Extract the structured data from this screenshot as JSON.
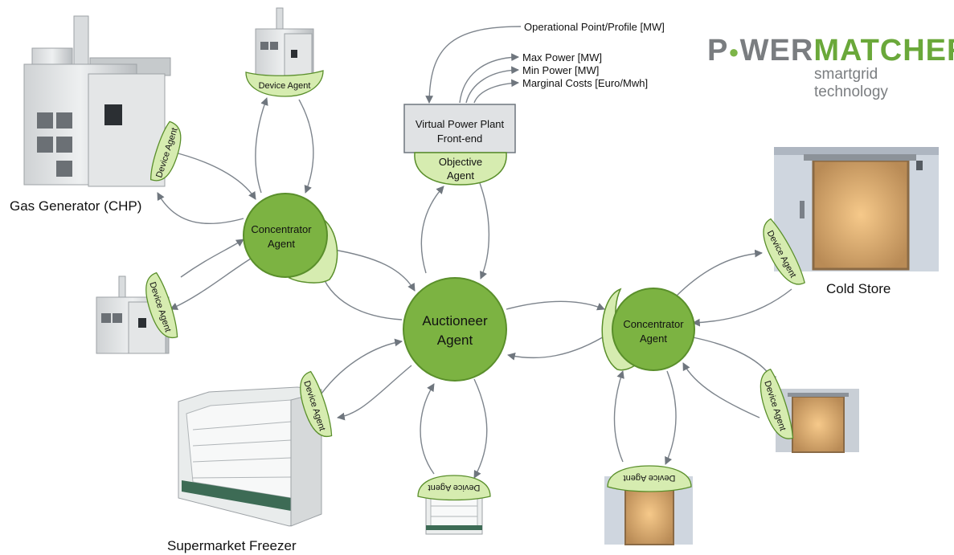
{
  "logo": {
    "brand_part1": "P",
    "brand_dot": "●",
    "brand_part2": "WER",
    "brand_part3": "MATCHER",
    "tagline": "smartgrid technology",
    "colors": {
      "grey": "#7a7d80",
      "green": "#6aa83a"
    }
  },
  "inputs": {
    "operational_point": "Operational Point/Profile [MW]",
    "max_power": "Max Power [MW]",
    "min_power": "Min Power [MW]",
    "marginal_costs": "Marginal Costs [Euro/Mwh]"
  },
  "vpp": {
    "line1": "Virtual Power Plant",
    "line2": "Front-end",
    "objective_line1": "Objective",
    "objective_line2": "Agent"
  },
  "auctioneer": {
    "line1": "Auctioneer",
    "line2": "Agent"
  },
  "concentrator_left": {
    "line1": "Concentrator",
    "line2": "Agent"
  },
  "concentrator_right": {
    "line1": "Concentrator",
    "line2": "Agent"
  },
  "device_agent_label": "Device Agent",
  "devices": {
    "gas_generator": "Gas Generator (CHP)",
    "supermarket_freezer": "Supermarket Freezer",
    "cold_store": "Cold Store"
  },
  "colors": {
    "agent_green": "#7cb342",
    "agent_stroke": "#5a8f2b",
    "tab_fill": "#d6ecb0",
    "arrow": "#7d848c"
  }
}
